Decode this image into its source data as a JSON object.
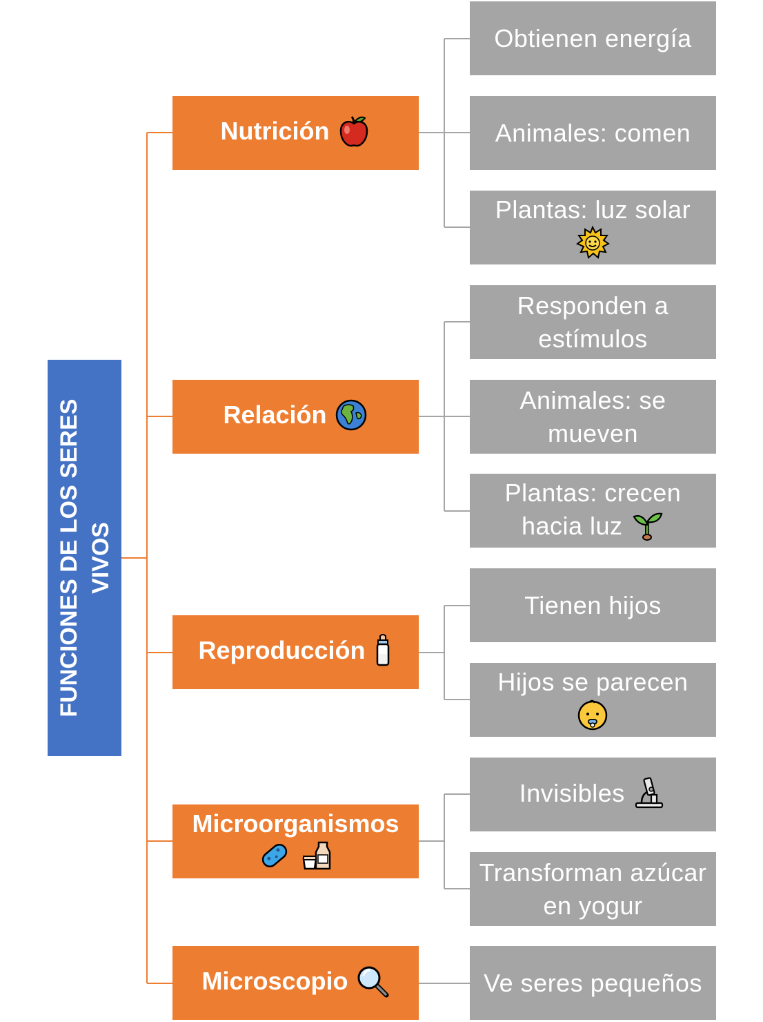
{
  "root": {
    "label": "FUNCIONES DE LOS SERES VIVOS"
  },
  "categories": [
    {
      "label": "Nutrición",
      "icon": "apple-icon",
      "items": [
        {
          "text": "Obtienen energía"
        },
        {
          "text": "Animales: comen"
        },
        {
          "text": "Plantas: luz solar",
          "icon": "sun-icon"
        }
      ]
    },
    {
      "label": "Relación",
      "icon": "globe-icon",
      "items": [
        {
          "text": "Responden a estímulos"
        },
        {
          "text": "Animales: se mueven"
        },
        {
          "text": "Plantas: crecen hacia luz",
          "icon": "seedling-icon"
        }
      ]
    },
    {
      "label": "Reproducción",
      "icon": "baby-bottle-icon",
      "items": [
        {
          "text": "Tienen hijos"
        },
        {
          "text": "Hijos se parecen",
          "icon": "baby-icon"
        }
      ]
    },
    {
      "label": "Microorganismos",
      "icon": "microbe-icon",
      "icon2": "milk-jug-icon",
      "items": [
        {
          "text": "Invisibles",
          "icon": "microscope-icon"
        },
        {
          "text": "Transforman azúcar en yogur"
        }
      ]
    },
    {
      "label": "Microscopio",
      "icon": "magnifier-icon",
      "items": [
        {
          "text": "Ve seres pequeños"
        }
      ]
    }
  ],
  "colors": {
    "root": "#4472c4",
    "category": "#ed7d31",
    "leaf": "#a5a5a5",
    "root_connector": "#ed7d31",
    "leaf_connector": "#a5a5a5"
  }
}
